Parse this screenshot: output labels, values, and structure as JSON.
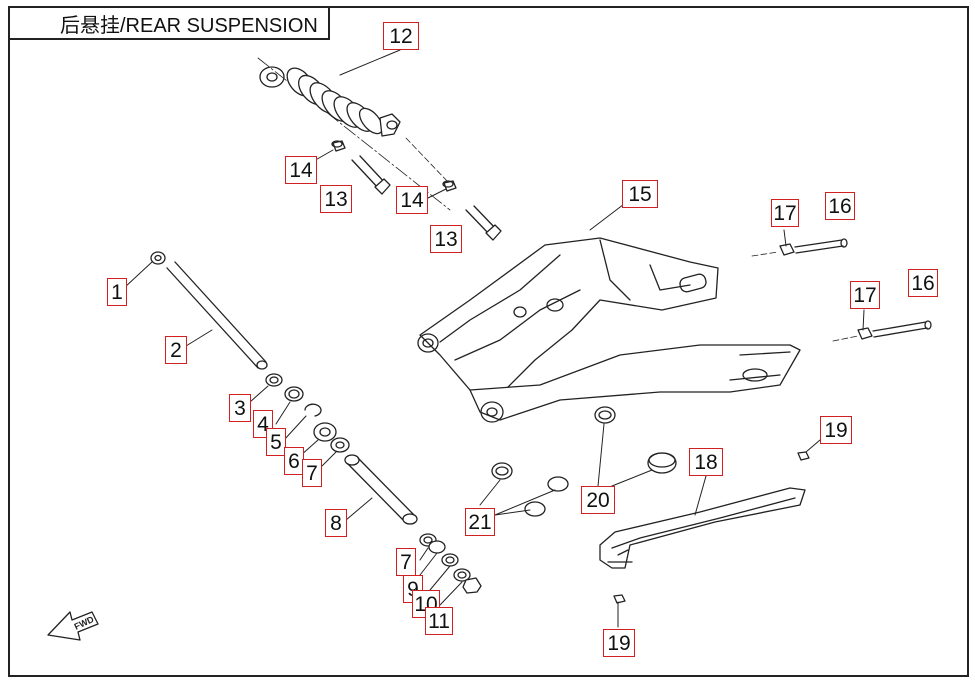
{
  "title": "后悬挂/REAR SUSPENSION",
  "callouts": [
    {
      "id": "c12",
      "label": "12"
    },
    {
      "id": "c14a",
      "label": "14"
    },
    {
      "id": "c13a",
      "label": "13"
    },
    {
      "id": "c14b",
      "label": "14"
    },
    {
      "id": "c13b",
      "label": "13"
    },
    {
      "id": "c15",
      "label": "15"
    },
    {
      "id": "c17a",
      "label": "17"
    },
    {
      "id": "c16a",
      "label": "16"
    },
    {
      "id": "c17b",
      "label": "17"
    },
    {
      "id": "c16b",
      "label": "16"
    },
    {
      "id": "c1",
      "label": "1"
    },
    {
      "id": "c2",
      "label": "2"
    },
    {
      "id": "c3",
      "label": "3"
    },
    {
      "id": "c4",
      "label": "4"
    },
    {
      "id": "c5",
      "label": "5"
    },
    {
      "id": "c6",
      "label": "6"
    },
    {
      "id": "c7a",
      "label": "7"
    },
    {
      "id": "c8",
      "label": "8"
    },
    {
      "id": "c7b",
      "label": "7"
    },
    {
      "id": "c9",
      "label": "9"
    },
    {
      "id": "c10",
      "label": "10"
    },
    {
      "id": "c11",
      "label": "11"
    },
    {
      "id": "c19a",
      "label": "19"
    },
    {
      "id": "c18",
      "label": "18"
    },
    {
      "id": "c20",
      "label": "20"
    },
    {
      "id": "c21",
      "label": "21"
    },
    {
      "id": "c19b",
      "label": "19"
    }
  ],
  "direction_marker": "FWD"
}
